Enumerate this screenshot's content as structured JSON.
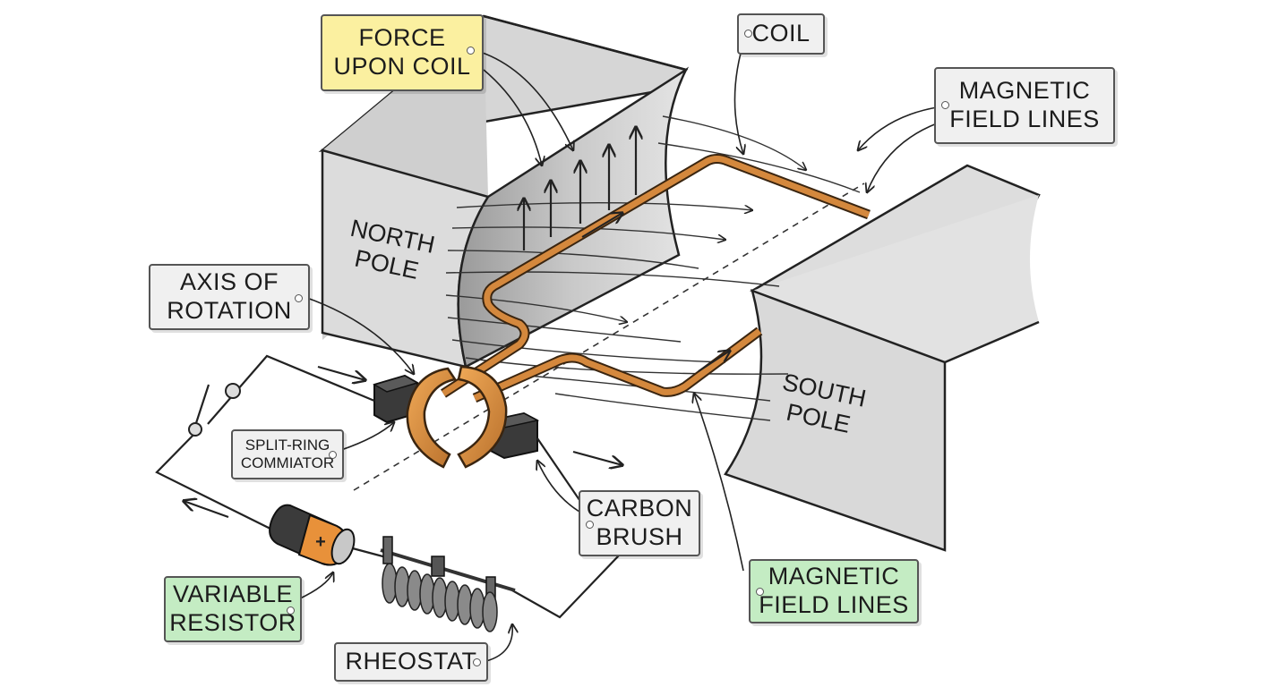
{
  "colors": {
    "yellow_tag": "#fbf0a0",
    "green_tag": "#c4ecc3",
    "grey_tag": "#f0f0f0",
    "copper": "#d4883d",
    "magnet_grey": "#dedede"
  },
  "poles": {
    "north": [
      "NORTH",
      "POLE"
    ],
    "south": [
      "SOUTH",
      "POLE"
    ]
  },
  "labels": {
    "force_upon_coil": [
      "FORCE",
      "UPON COIL"
    ],
    "coil": [
      "COIL"
    ],
    "magnetic_field_lines_top": [
      "MAGNETIC",
      "FIELD LINES"
    ],
    "axis_of_rotation": [
      "AXIS OF",
      "ROTATION"
    ],
    "split_ring": [
      "SPLIT-RING",
      "COMMIATOR"
    ],
    "carbon_brush": [
      "CARBON",
      "BRUSH"
    ],
    "magnetic_field_lines_bottom": [
      "MAGNETIC",
      "FIELD LINES"
    ],
    "variable_resistor": [
      "VARIABLE",
      "RESISTOR"
    ],
    "rheostat": [
      "RHEOSTAT"
    ]
  },
  "battery_sign": "+"
}
